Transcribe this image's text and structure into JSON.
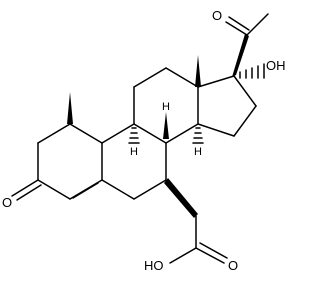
{
  "molecule": {
    "labels": {
      "ketone_o": "O",
      "acetyl_o": "O",
      "hydroxyl": "OH",
      "acid_ho": "HO",
      "acid_o": "O",
      "h_9": "H",
      "h_8": "H",
      "h_14": "H"
    },
    "colors": {
      "ink": "#000000",
      "background": "#ffffff"
    }
  }
}
